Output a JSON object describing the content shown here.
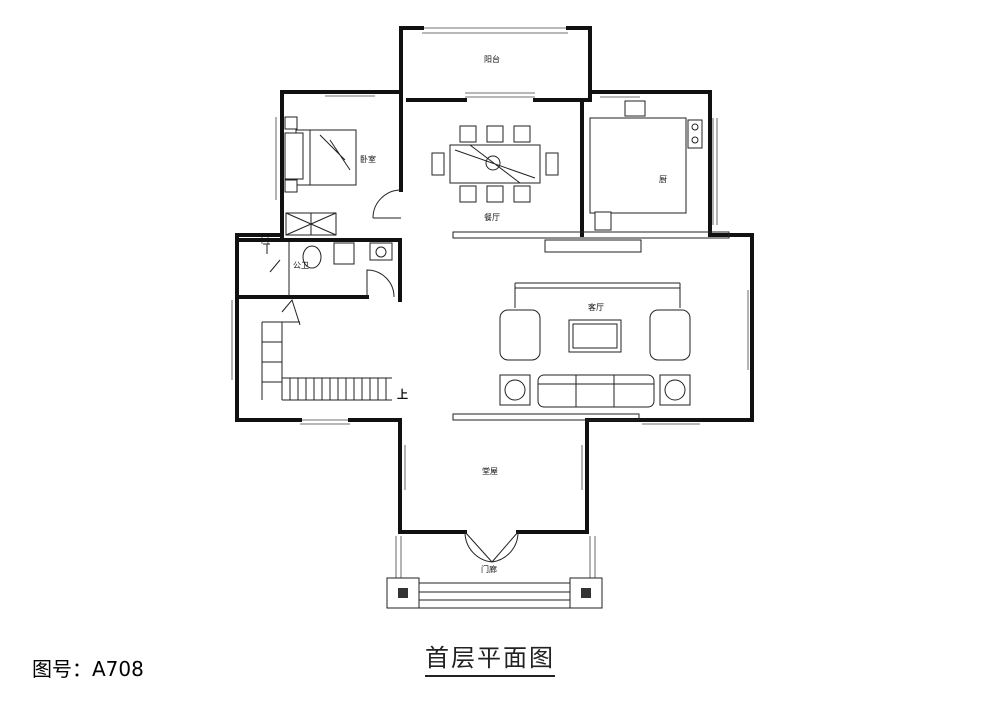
{
  "drawing": {
    "code_label": "图号：A708",
    "title": "首层平面图"
  },
  "rooms": {
    "balcony": "阳台",
    "bedroom": "卧室",
    "dining": "餐厅",
    "kitchen": "厨",
    "bathroom": "公卫",
    "living": "客厅",
    "hall": "堂屋",
    "porch": "门廊",
    "stair_up": "上"
  }
}
